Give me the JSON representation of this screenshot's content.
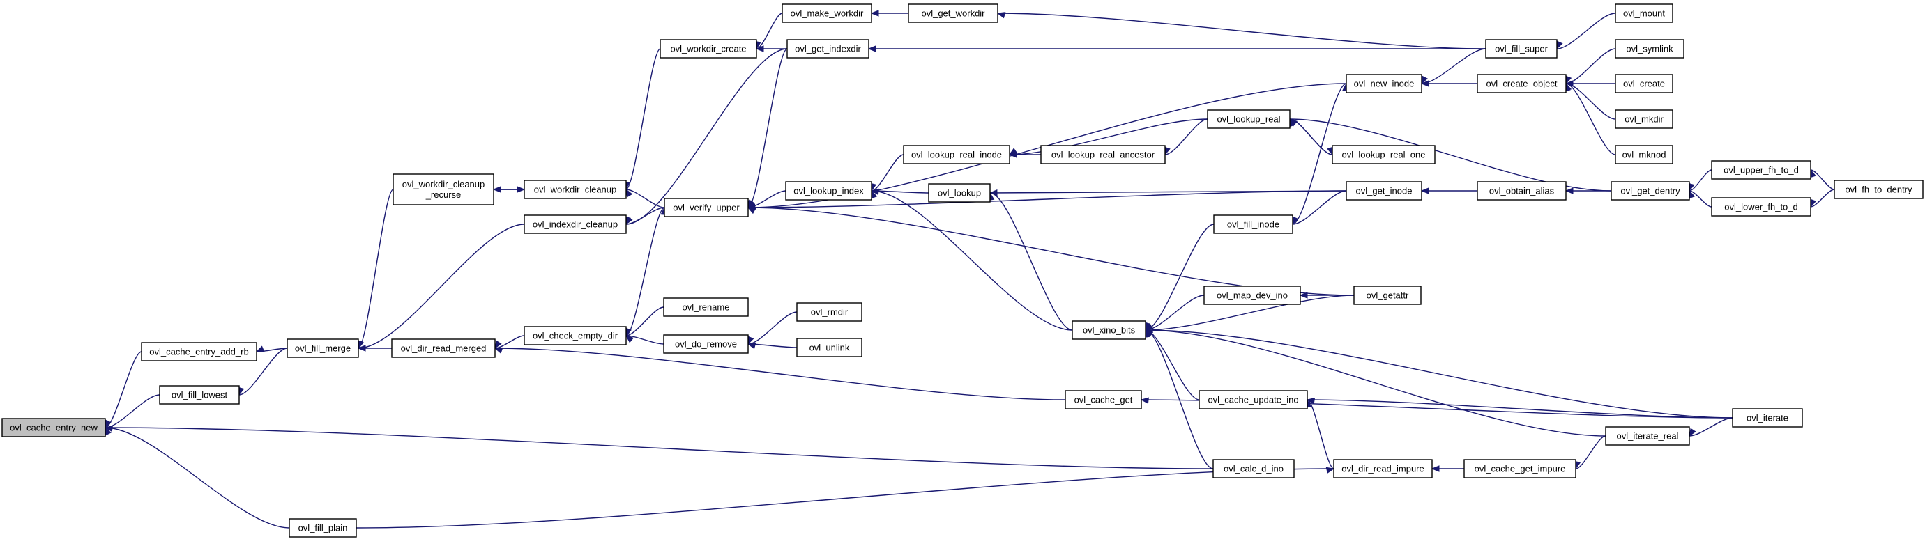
{
  "nodes": {
    "n_cache_entry_new": {
      "label": "ovl_cache_entry_new",
      "root": true
    },
    "n_cache_entry_add_rb": {
      "label": "ovl_cache_entry_add_rb"
    },
    "n_fill_lowest": {
      "label": "ovl_fill_lowest"
    },
    "n_fill_plain": {
      "label": "ovl_fill_plain"
    },
    "n_fill_merge": {
      "label": "ovl_fill_merge"
    },
    "n_workdir_cleanup_recurse": {
      "label": "ovl_workdir_cleanup\n_recurse"
    },
    "n_workdir_cleanup": {
      "label": "ovl_workdir_cleanup"
    },
    "n_indexdir_cleanup": {
      "label": "ovl_indexdir_cleanup"
    },
    "n_dir_read_merged": {
      "label": "ovl_dir_read_merged"
    },
    "n_workdir_create": {
      "label": "ovl_workdir_create"
    },
    "n_make_workdir": {
      "label": "ovl_make_workdir"
    },
    "n_get_workdir": {
      "label": "ovl_get_workdir"
    },
    "n_get_indexdir": {
      "label": "ovl_get_indexdir"
    },
    "n_verify_upper": {
      "label": "ovl_verify_upper"
    },
    "n_check_empty_dir": {
      "label": "ovl_check_empty_dir"
    },
    "n_rename": {
      "label": "ovl_rename"
    },
    "n_do_remove": {
      "label": "ovl_do_remove"
    },
    "n_rmdir": {
      "label": "ovl_rmdir"
    },
    "n_unlink": {
      "label": "ovl_unlink"
    },
    "n_lookup_real_inode": {
      "label": "ovl_lookup_real_inode"
    },
    "n_lookup_real_ancestor": {
      "label": "ovl_lookup_real_ancestor"
    },
    "n_lookup_real": {
      "label": "ovl_lookup_real"
    },
    "n_lookup_real_one": {
      "label": "ovl_lookup_real_one"
    },
    "n_lookup_index": {
      "label": "ovl_lookup_index"
    },
    "n_lookup": {
      "label": "ovl_lookup"
    },
    "n_xino_bits": {
      "label": "ovl_xino_bits"
    },
    "n_cache_get": {
      "label": "ovl_cache_get"
    },
    "n_new_inode": {
      "label": "ovl_new_inode"
    },
    "n_fill_super": {
      "label": "ovl_fill_super"
    },
    "n_mount": {
      "label": "ovl_mount"
    },
    "n_create_object": {
      "label": "ovl_create_object"
    },
    "n_symlink": {
      "label": "ovl_symlink"
    },
    "n_create": {
      "label": "ovl_create"
    },
    "n_mkdir": {
      "label": "ovl_mkdir"
    },
    "n_mknod": {
      "label": "ovl_mknod"
    },
    "n_get_inode": {
      "label": "ovl_get_inode"
    },
    "n_obtain_alias": {
      "label": "ovl_obtain_alias"
    },
    "n_get_dentry": {
      "label": "ovl_get_dentry"
    },
    "n_upper_fh_to_d": {
      "label": "ovl_upper_fh_to_d"
    },
    "n_lower_fh_to_d": {
      "label": "ovl_lower_fh_to_d"
    },
    "n_fh_to_dentry": {
      "label": "ovl_fh_to_dentry"
    },
    "n_fill_inode": {
      "label": "ovl_fill_inode"
    },
    "n_map_dev_ino": {
      "label": "ovl_map_dev_ino"
    },
    "n_getattr": {
      "label": "ovl_getattr"
    },
    "n_cache_update_ino": {
      "label": "ovl_cache_update_ino"
    },
    "n_calc_d_ino": {
      "label": "ovl_calc_d_ino"
    },
    "n_dir_read_impure": {
      "label": "ovl_dir_read_impure"
    },
    "n_cache_get_impure": {
      "label": "ovl_cache_get_impure"
    },
    "n_iterate_real": {
      "label": "ovl_iterate_real"
    },
    "n_iterate": {
      "label": "ovl_iterate"
    }
  },
  "edges": [
    [
      "n_cache_entry_add_rb",
      "n_cache_entry_new"
    ],
    [
      "n_fill_lowest",
      "n_cache_entry_new"
    ],
    [
      "n_fill_plain",
      "n_cache_entry_new"
    ],
    [
      "n_calc_d_ino",
      "n_cache_entry_new"
    ],
    [
      "n_fill_merge",
      "n_cache_entry_add_rb"
    ],
    [
      "n_fill_merge",
      "n_fill_lowest"
    ],
    [
      "n_workdir_cleanup_recurse",
      "n_fill_merge"
    ],
    [
      "n_indexdir_cleanup",
      "n_fill_merge"
    ],
    [
      "n_dir_read_merged",
      "n_fill_merge"
    ],
    [
      "n_workdir_cleanup",
      "n_workdir_cleanup_recurse"
    ],
    [
      "n_workdir_cleanup_recurse",
      "n_workdir_cleanup"
    ],
    [
      "n_workdir_create",
      "n_workdir_cleanup"
    ],
    [
      "n_verify_upper",
      "n_workdir_cleanup"
    ],
    [
      "n_get_indexdir",
      "n_indexdir_cleanup"
    ],
    [
      "n_verify_upper",
      "n_indexdir_cleanup"
    ],
    [
      "n_check_empty_dir",
      "n_dir_read_merged"
    ],
    [
      "n_cache_get",
      "n_dir_read_merged"
    ],
    [
      "n_make_workdir",
      "n_workdir_create"
    ],
    [
      "n_get_indexdir",
      "n_workdir_create"
    ],
    [
      "n_get_workdir",
      "n_make_workdir"
    ],
    [
      "n_fill_super",
      "n_get_workdir"
    ],
    [
      "n_fill_super",
      "n_get_indexdir"
    ],
    [
      "n_get_indexdir",
      "n_verify_upper"
    ],
    [
      "n_lookup_index",
      "n_verify_upper"
    ],
    [
      "n_new_inode",
      "n_verify_upper"
    ],
    [
      "n_get_inode",
      "n_verify_upper"
    ],
    [
      "n_getattr",
      "n_verify_upper"
    ],
    [
      "n_check_empty_dir",
      "n_verify_upper"
    ],
    [
      "n_rename",
      "n_check_empty_dir"
    ],
    [
      "n_do_remove",
      "n_check_empty_dir"
    ],
    [
      "n_rmdir",
      "n_do_remove"
    ],
    [
      "n_unlink",
      "n_do_remove"
    ],
    [
      "n_lookup_real_ancestor",
      "n_lookup_real_inode"
    ],
    [
      "n_lookup_real",
      "n_lookup_real_inode"
    ],
    [
      "n_lookup_real",
      "n_lookup_real_ancestor"
    ],
    [
      "n_lookup_real_one",
      "n_lookup_real"
    ],
    [
      "n_lookup_real",
      "n_lookup_real_one"
    ],
    [
      "n_get_dentry",
      "n_lookup_real"
    ],
    [
      "n_lookup_real_inode",
      "n_lookup_index"
    ],
    [
      "n_lookup",
      "n_lookup_index"
    ],
    [
      "n_xino_bits",
      "n_lookup_index"
    ],
    [
      "n_get_inode",
      "n_lookup"
    ],
    [
      "n_xino_bits",
      "n_lookup"
    ],
    [
      "n_fill_inode",
      "n_xino_bits"
    ],
    [
      "n_map_dev_ino",
      "n_xino_bits"
    ],
    [
      "n_getattr",
      "n_xino_bits"
    ],
    [
      "n_cache_update_ino",
      "n_xino_bits"
    ],
    [
      "n_calc_d_ino",
      "n_xino_bits"
    ],
    [
      "n_iterate_real",
      "n_xino_bits"
    ],
    [
      "n_iterate",
      "n_xino_bits"
    ],
    [
      "n_iterate",
      "n_cache_get"
    ],
    [
      "n_fill_super",
      "n_new_inode"
    ],
    [
      "n_create_object",
      "n_new_inode"
    ],
    [
      "n_fill_inode",
      "n_new_inode"
    ],
    [
      "n_mount",
      "n_fill_super"
    ],
    [
      "n_symlink",
      "n_create_object"
    ],
    [
      "n_create",
      "n_create_object"
    ],
    [
      "n_mkdir",
      "n_create_object"
    ],
    [
      "n_mknod",
      "n_create_object"
    ],
    [
      "n_obtain_alias",
      "n_get_inode"
    ],
    [
      "n_get_dentry",
      "n_obtain_alias"
    ],
    [
      "n_upper_fh_to_d",
      "n_get_dentry"
    ],
    [
      "n_lower_fh_to_d",
      "n_get_dentry"
    ],
    [
      "n_fh_to_dentry",
      "n_upper_fh_to_d"
    ],
    [
      "n_fh_to_dentry",
      "n_lower_fh_to_d"
    ],
    [
      "n_get_inode",
      "n_fill_inode"
    ],
    [
      "n_getattr",
      "n_map_dev_ino"
    ],
    [
      "n_iterate",
      "n_cache_update_ino"
    ],
    [
      "n_dir_read_impure",
      "n_cache_update_ino"
    ],
    [
      "n_cache_get_impure",
      "n_dir_read_impure"
    ],
    [
      "n_iterate_real",
      "n_cache_get_impure"
    ],
    [
      "n_iterate",
      "n_iterate_real"
    ],
    [
      "n_fill_plain",
      "n_dir_read_impure"
    ]
  ],
  "colors": {
    "edge": "#191970",
    "root_fill": "#bfbfbf",
    "node_fill": "#ffffff",
    "node_stroke": "#000000"
  }
}
